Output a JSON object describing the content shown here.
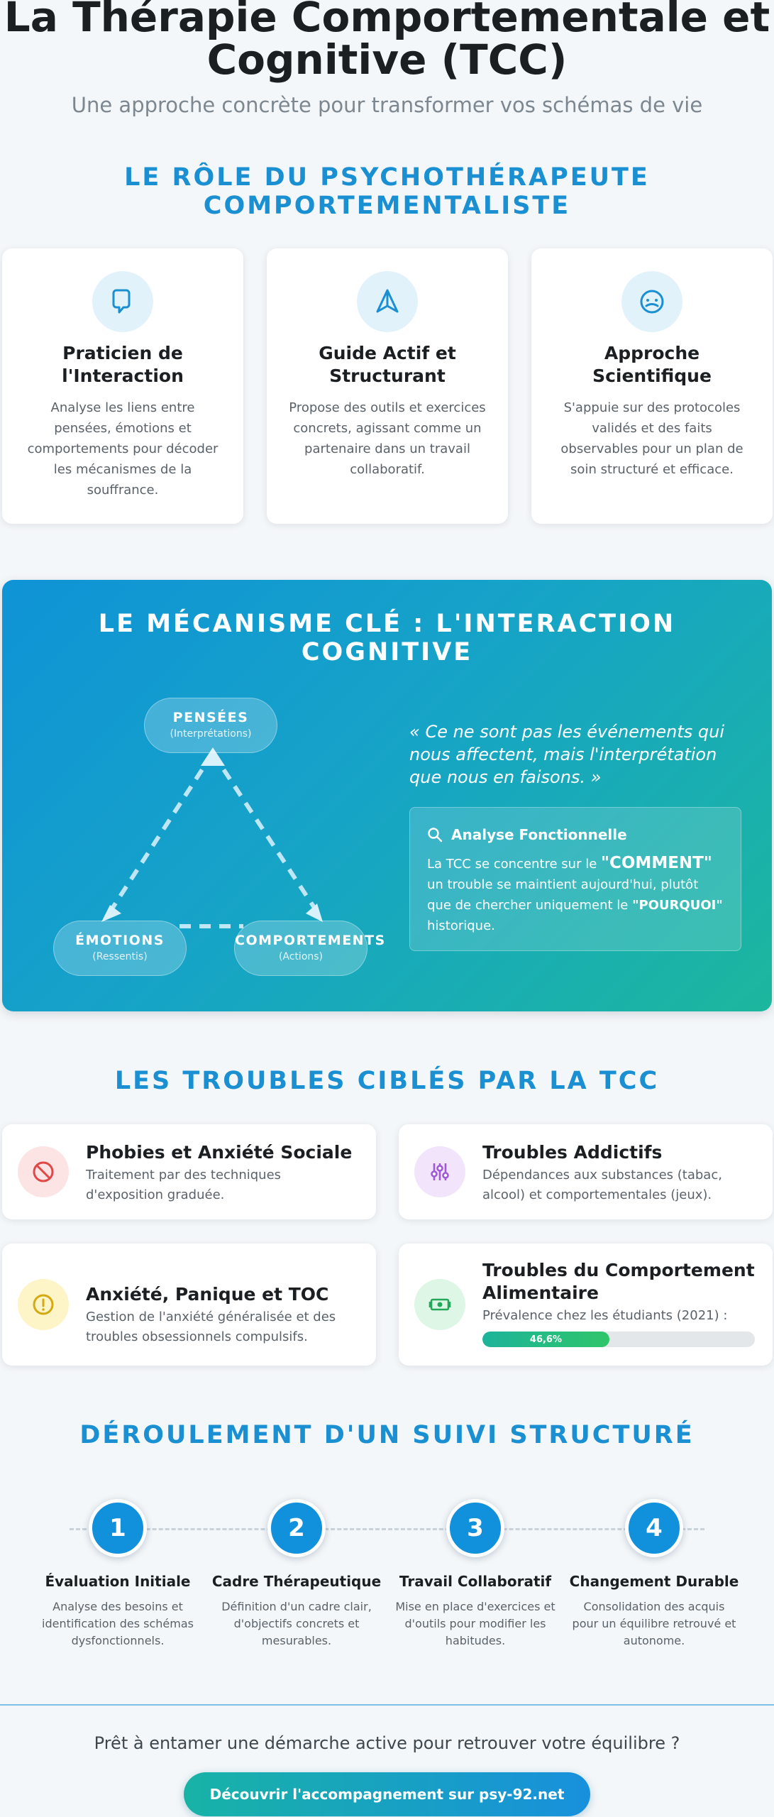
{
  "hero": {
    "title_line1": "La Thérapie Comportementale et",
    "title_line2": "Cognitive (TCC)",
    "subtitle": "Une approche concrète pour transformer vos schémas de vie"
  },
  "role": {
    "section_title_line1": "LE RÔLE DU PSYCHOTHÉRAPEUTE",
    "section_title_line2": "COMPORTEMENTALISTE",
    "cards": [
      {
        "icon": "speech-bubble-icon",
        "title_line1": "Praticien de",
        "title_line2": "l'Interaction",
        "description": "Analyse les liens entre pensées, émotions et comportements pour décoder les mécanismes de la souffrance."
      },
      {
        "icon": "navigation-arrow-icon",
        "title_line1": "Guide Actif et",
        "title_line2": "Structurant",
        "description": "Propose des outils et exercices concrets, agissant comme un partenaire dans un travail collaboratif."
      },
      {
        "icon": "scientist-face-icon",
        "title_line1": "Approche",
        "title_line2": "Scientifique",
        "description": "S'appuie sur des protocoles validés et des faits observables pour un plan de soin structuré et efficace."
      }
    ]
  },
  "mechanism": {
    "title_line1": "LE MÉCANISME CLÉ : L'INTERACTION",
    "title_line2": "COGNITIVE",
    "nodes": {
      "thoughts": {
        "label": "PENSÉES",
        "sub": "(Interprétations)"
      },
      "emotions": {
        "label": "ÉMOTIONS",
        "sub": "(Ressentis)"
      },
      "behaviors": {
        "label": "COMPORTEMENTS",
        "sub": "(Actions)"
      }
    },
    "quote": "« Ce ne sont pas les événements qui nous affectent, mais l'interprétation que nous en faisons. »",
    "analysis": {
      "title": "Analyse Fonctionnelle",
      "text_1": "La TCC se concentre sur le ",
      "highlight_1": "\"COMMENT\"",
      "text_2": " un trouble se maintient aujourd'hui, plutôt que de chercher uniquement le ",
      "highlight_2": "\"POURQUOI\"",
      "text_3": " historique."
    }
  },
  "troubles": {
    "section_title": "LES TROUBLES CIBLÉS PAR LA TCC",
    "items": [
      {
        "icon": "prohibited-icon",
        "title": "Phobies et Anxiété Sociale",
        "description": "Traitement par des techniques d'exposition graduée."
      },
      {
        "icon": "sliders-icon",
        "title": "Troubles Addictifs",
        "description": "Dépendances aux substances (tabac, alcool) et comportementales (jeux)."
      },
      {
        "icon": "alert-circle-icon",
        "title": "Anxiété, Panique et TOC",
        "description": "Gestion de l'anxiété généralisée et des troubles obsessionnels compulsifs."
      },
      {
        "icon": "money-icon",
        "title_line1": "Troubles du Comportement",
        "title_line2": "Alimentaire",
        "description": "Prévalence chez les étudiants (2021) :",
        "progress_value": 46.6,
        "progress_label": "46,6%"
      }
    ]
  },
  "process": {
    "section_title": "DÉROULEMENT D'UN SUIVI STRUCTURÉ",
    "steps": [
      {
        "number": "1",
        "title": "Évaluation Initiale",
        "description": "Analyse des besoins et identification des schémas dysfonctionnels."
      },
      {
        "number": "2",
        "title": "Cadre Thérapeutique",
        "description": "Définition d'un cadre clair, d'objectifs concrets et mesurables."
      },
      {
        "number": "3",
        "title": "Travail Collaboratif",
        "description": "Mise en place d'exercices et d'outils pour modifier les habitudes."
      },
      {
        "number": "4",
        "title": "Changement Durable",
        "description": "Consolidation des acquis pour un équilibre retrouvé et autonome."
      }
    ]
  },
  "cta": {
    "question": "Prêt à entamer une démarche active pour retrouver votre équilibre ?",
    "button_label": "Découvrir l'accompagnement sur psy-92.net"
  },
  "colors": {
    "accent": "#1a8fd2",
    "teal": "#1cb79e",
    "step_blue": "#1190dc",
    "progress_green": "#2fc56a"
  }
}
